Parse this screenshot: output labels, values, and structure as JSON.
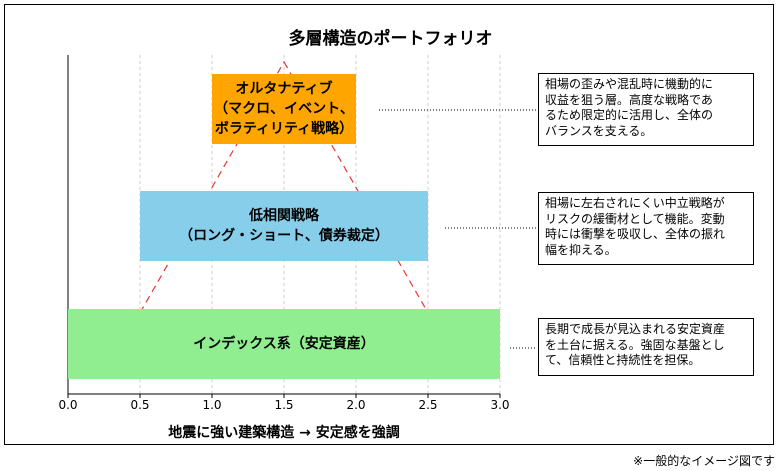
{
  "title": "多層構造のポートフォリオ",
  "chart_data": {
    "type": "diagram",
    "xlim": [
      0.0,
      3.0
    ],
    "x_ticks": [
      "0.0",
      "0.5",
      "1.0",
      "1.5",
      "2.0",
      "2.5",
      "3.0"
    ],
    "xlabel": "地震に強い建築構造 → 安定感を強調",
    "grid": true,
    "triangle": {
      "apex_x": 1.5,
      "left_x": 0.28,
      "right_x": 2.72,
      "color": "#e53935"
    },
    "tiers": [
      {
        "lines": [
          "オルタナティブ",
          "（マクロ、イベント、",
          "ボラティリティ戦略）"
        ],
        "x_start": 1.0,
        "x_end": 2.0,
        "color": "#ffa500",
        "note_lines": [
          "相場の歪みや混乱時に機動的に",
          "収益を狙う層。高度な戦略であ",
          "るため限定的に活用し、全体の",
          "バランスを支える。"
        ]
      },
      {
        "lines": [
          "低相関戦略",
          "（ロング・ショート、債券裁定）"
        ],
        "x_start": 0.5,
        "x_end": 2.5,
        "color": "#87ceeb",
        "note_lines": [
          "相場に左右されにくい中立戦略が",
          "リスクの緩衝材として機能。変動",
          "時には衝撃を吸収し、全体の振れ",
          "幅を抑える。"
        ]
      },
      {
        "lines": [
          "インデックス系（安定資産）"
        ],
        "x_start": 0.0,
        "x_end": 3.0,
        "color": "#90ee90",
        "note_lines": [
          "長期で成長が見込まれる安定資産",
          "を土台に据える。強固な基盤とし",
          "て、信頼性と持続性を担保。"
        ]
      }
    ]
  },
  "footnote": "※一般的なイメージ図です"
}
